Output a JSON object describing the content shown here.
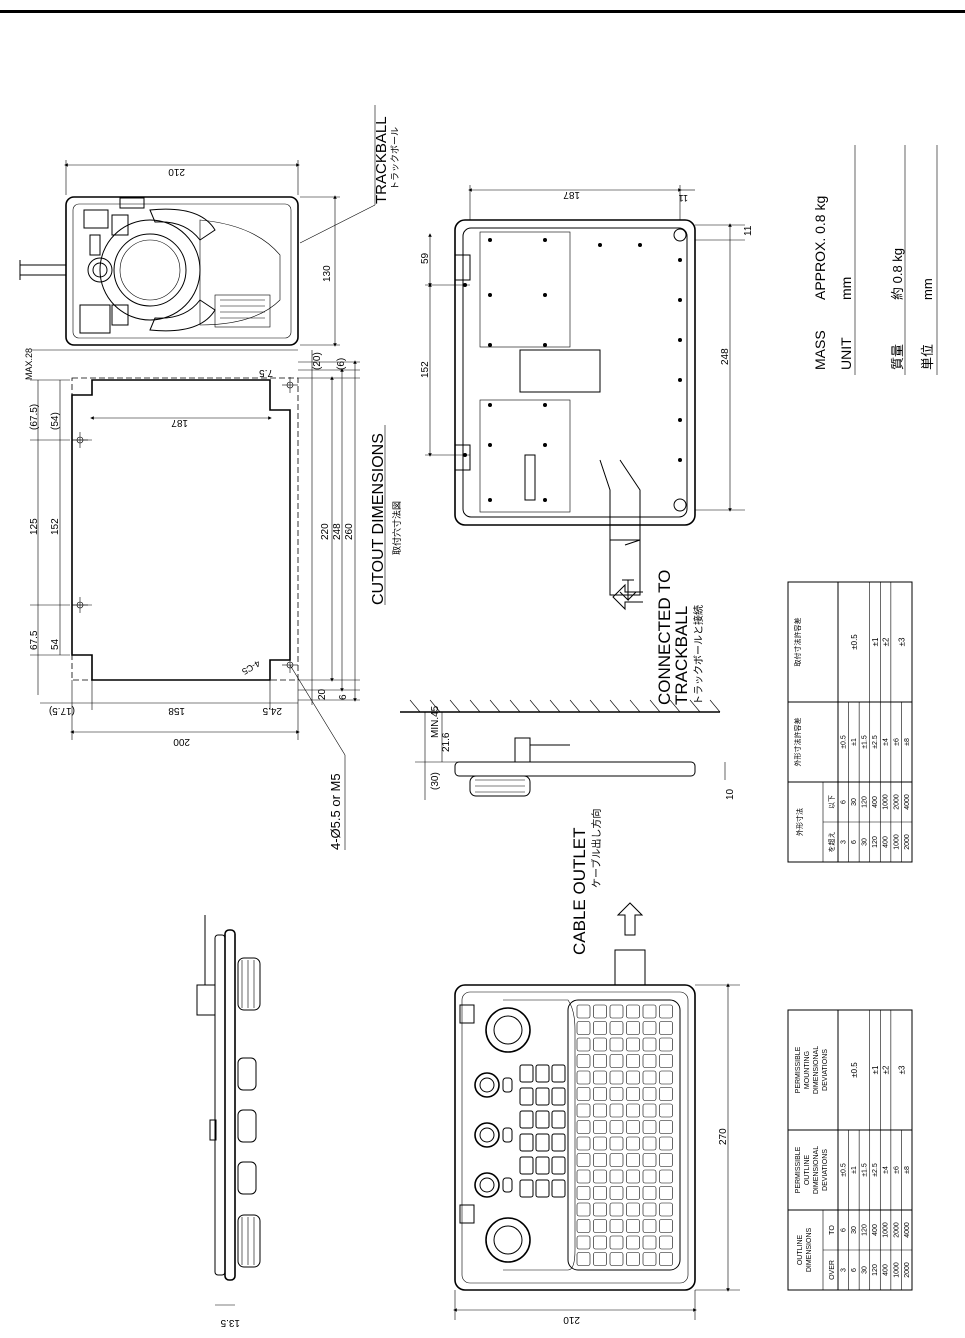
{
  "labels": {
    "trackball_en": "TRACKBALL",
    "trackball_jp": "トラックボール",
    "cutout_en": "CUTOUT DIMENSIONS",
    "cutout_jp": "取付穴寸法図",
    "hole_spec": "4-Ø5.5 or M5",
    "connected_en_1": "CONNECTED TO",
    "connected_en_2": "TRACKBALL",
    "connected_jp": "トラックボールと接続",
    "cable_en": "CABLE OUTLET",
    "cable_jp": "ケーブル出し方向"
  },
  "dims": {
    "tb_width": "210",
    "tb_height": "130",
    "max28": "MAX.28",
    "c_675a": "(67.5)",
    "c_54a": "(54)",
    "c_125": "125",
    "c_152": "152",
    "c_675b": "67.5",
    "c_54b": "54",
    "c_175": "(17.5)",
    "c_158": "158",
    "c_245": "24.5",
    "c_200": "200",
    "c_187": "187",
    "c_75": "7.5",
    "c_20a": "(20)",
    "c_6a": "(6)",
    "c_220": "220",
    "c_248": "248",
    "c_260": "260",
    "c_20b": "20",
    "c_6b": "6",
    "c_r": "4-C5",
    "r_187": "187",
    "r_59": "59",
    "r_152": "152",
    "r_248": "248",
    "r_11": "11",
    "s_min45": "MIN.45",
    "s_216": "21.6",
    "s_30": "(30)",
    "s_10": "10",
    "k_270": "270",
    "k_210": "210",
    "k_135": "13.5"
  },
  "specs": {
    "mass_label": "MASS",
    "mass_value": "APPROX. 0.8 kg",
    "unit_label": "UNIT",
    "unit_value": "mm",
    "mass_jp_label": "質量",
    "mass_jp_value": "約 0.8 kg",
    "unit_jp_label": "単位",
    "unit_jp_value": "mm"
  },
  "table_jp": {
    "h1": "外形寸法",
    "h_over": "を超え",
    "h_to": "以下",
    "h2": "外形寸法許容差",
    "h3": "取付寸法許容差",
    "rows": [
      {
        "over": "3",
        "to": "6",
        "out": "±0.5",
        "mnt": "±0.5"
      },
      {
        "over": "6",
        "to": "30",
        "out": "±1",
        "mnt": ""
      },
      {
        "over": "30",
        "to": "120",
        "out": "±1.5",
        "mnt": ""
      },
      {
        "over": "120",
        "to": "400",
        "out": "±2.5",
        "mnt": "±1"
      },
      {
        "over": "400",
        "to": "1000",
        "out": "±4",
        "mnt": "±2"
      },
      {
        "over": "1000",
        "to": "2000",
        "out": "±6",
        "mnt": "±3"
      },
      {
        "over": "2000",
        "to": "4000",
        "out": "±8",
        "mnt": ""
      }
    ]
  },
  "table_en": {
    "h1": "OUTLINE DIMENSIONS",
    "h_over": "OVER",
    "h_to": "TO",
    "h2": "PERMISSIBLE OUTLINE DIMENSIONAL DEVIATIONS",
    "h3": "PERMISSIBLE MOUNTING DIMENSIONAL DEVIATIONS",
    "rows": [
      {
        "over": "3",
        "to": "6",
        "out": "±0.5",
        "mnt": "±0.5"
      },
      {
        "over": "6",
        "to": "30",
        "out": "±1",
        "mnt": ""
      },
      {
        "over": "30",
        "to": "120",
        "out": "±1.5",
        "mnt": ""
      },
      {
        "over": "120",
        "to": "400",
        "out": "±2.5",
        "mnt": "±1"
      },
      {
        "over": "400",
        "to": "1000",
        "out": "±4",
        "mnt": "±2"
      },
      {
        "over": "1000",
        "to": "2000",
        "out": "±6",
        "mnt": "±3"
      },
      {
        "over": "2000",
        "to": "4000",
        "out": "±8",
        "mnt": ""
      }
    ]
  }
}
